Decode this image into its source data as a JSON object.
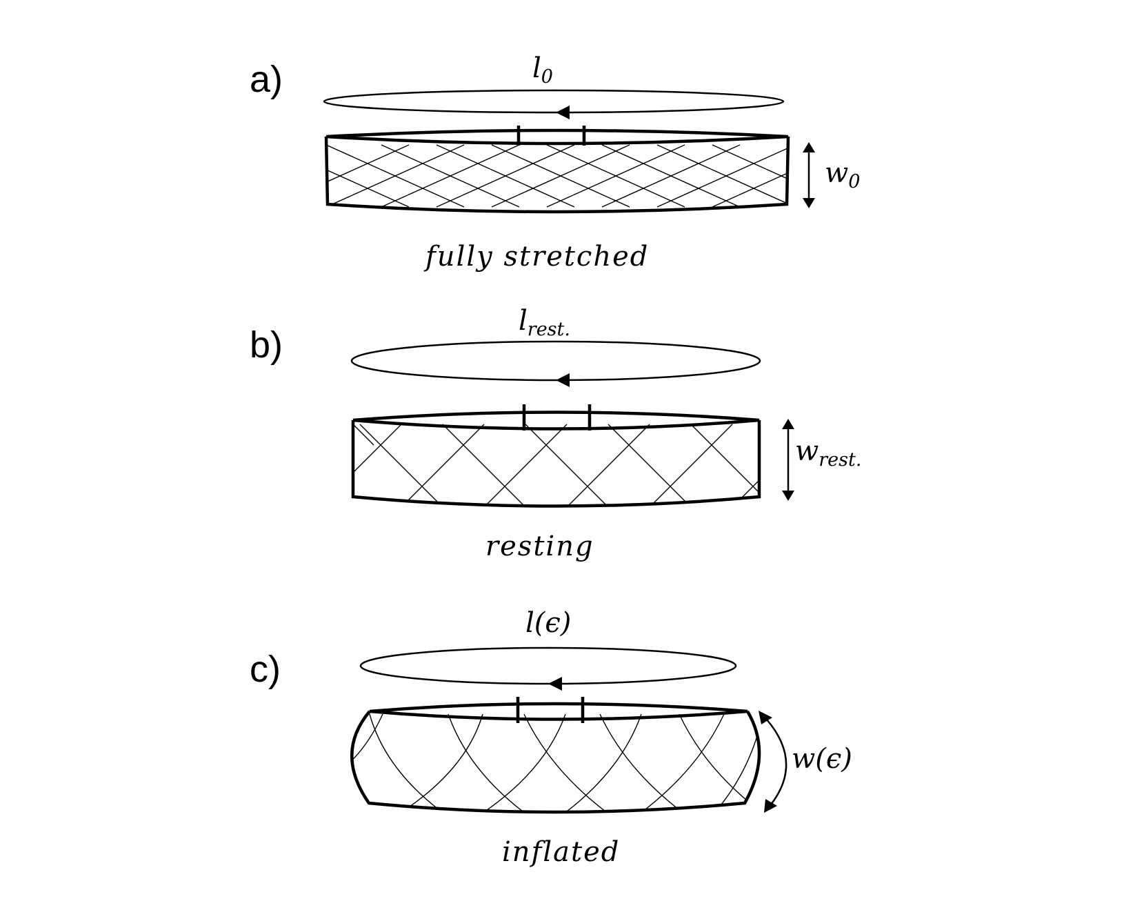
{
  "panels": [
    {
      "label": "a)",
      "length_symbol": "l",
      "length_sub": "0",
      "width_symbol": "w",
      "width_sub": "0",
      "caption": "fully stretched"
    },
    {
      "label": "b)",
      "length_symbol": "l",
      "length_sub": "rest.",
      "width_symbol": "w",
      "width_sub": "rest.",
      "caption": "resting"
    },
    {
      "label": "c)",
      "length_symbol": "l(ϵ)",
      "length_sub": "",
      "width_symbol": "w(ϵ)",
      "width_sub": "",
      "caption": "inflated"
    }
  ],
  "colors": {
    "stroke": "#000000",
    "background": "#ffffff"
  }
}
